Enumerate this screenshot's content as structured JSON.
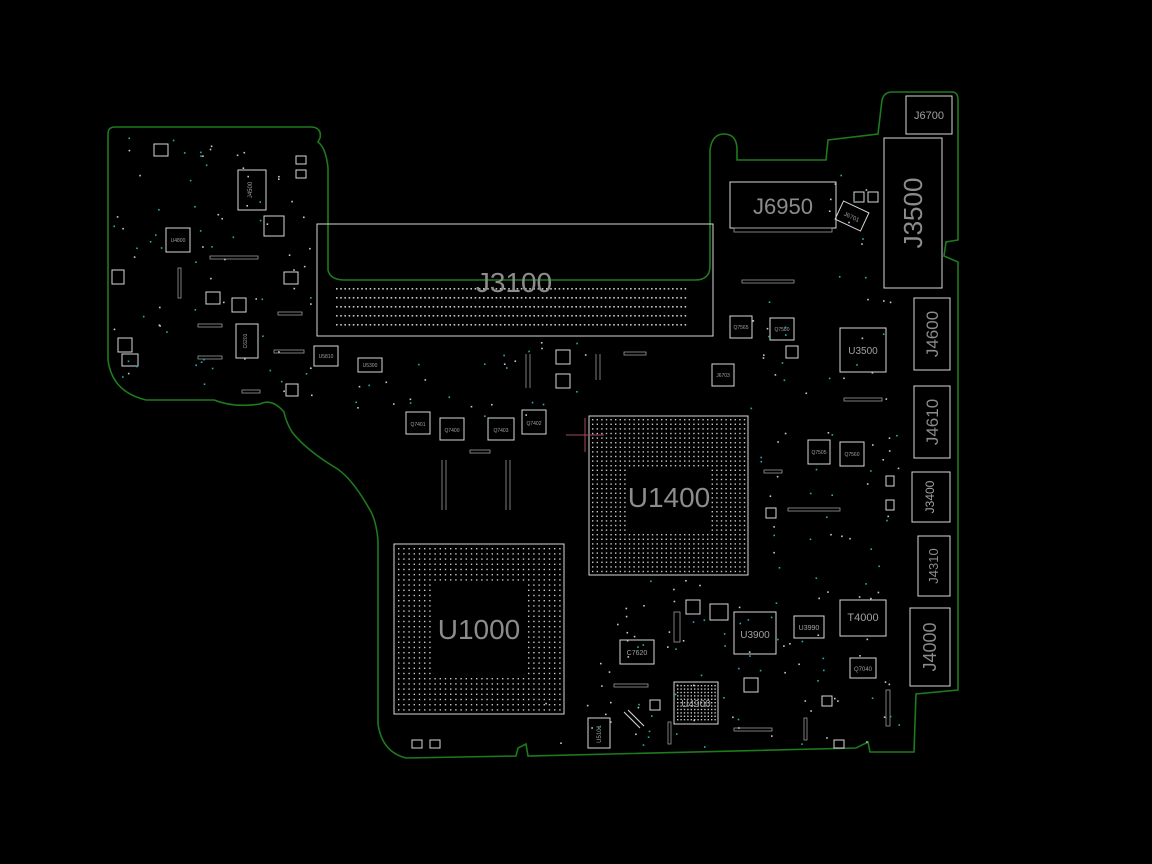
{
  "colors": {
    "background": "#000000",
    "board_outline": "#1d7a1d",
    "silkscreen": "#d8d8d8",
    "label": "#8c8c8c",
    "via": "#2aa9b8"
  },
  "labels": {
    "j3100": "J3100",
    "j6950": "J6950",
    "j3500": "J3500",
    "j6700": "J6700",
    "j4600": "J4600",
    "j4610": "J4610",
    "j3400": "J3400",
    "j4310": "J4310",
    "j4000": "J4000",
    "u1400": "U1400",
    "u1000": "U1000",
    "u3500": "U3500",
    "u3900": "U3900",
    "u3990": "U3990",
    "t4000": "T4000",
    "u4900": "U4900",
    "j4500": "J4500",
    "u4800": "U4800",
    "c7620": "C7620",
    "q7401": "Q7401",
    "q7400": "Q7400",
    "q7403": "Q7403",
    "q7402": "Q7402",
    "q7505": "Q7505",
    "q7560": "Q7560",
    "q7580": "Q7580",
    "q7565": "Q7565",
    "j6703": "J6703",
    "u5300": "U5300",
    "u5810": "U5810",
    "u5101": "U5101",
    "c6201": "C6201",
    "q7040": "Q7040",
    "j6701": "J6701"
  }
}
